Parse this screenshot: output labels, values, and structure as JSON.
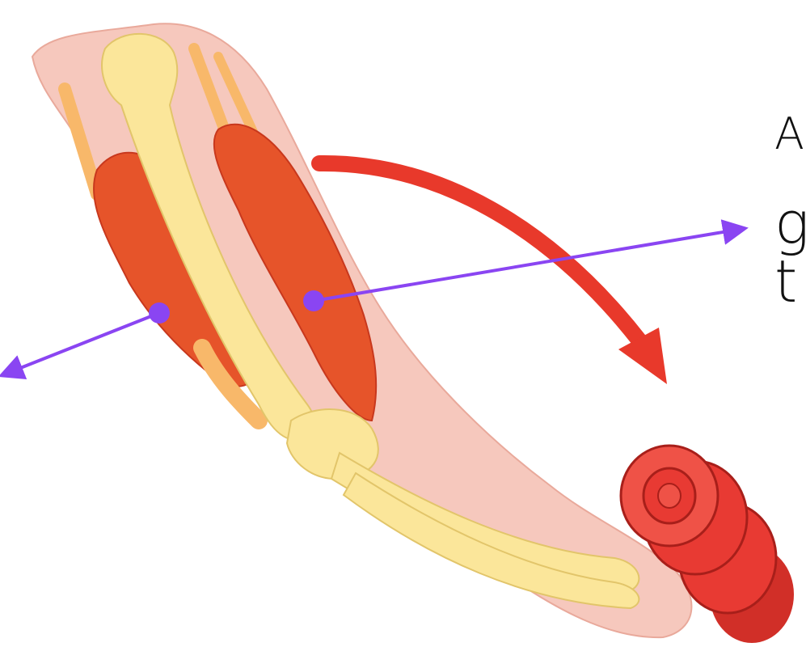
{
  "labels": {
    "top_fragment": "A",
    "mid_fragment": "g\nt"
  },
  "colors": {
    "pointer": "#8a45f2",
    "motion_arrow": "#e8392b",
    "skin": "#f6c8bd",
    "muscle": "#e6542a",
    "muscle_dark": "#c8381d",
    "bone": "#fbe69a",
    "tendon": "#f8b86a",
    "dumbbell": "#e83a33"
  },
  "icons": [
    "arm-anatomy-illustration",
    "dumbbell-icon",
    "curved-motion-arrow-icon"
  ]
}
